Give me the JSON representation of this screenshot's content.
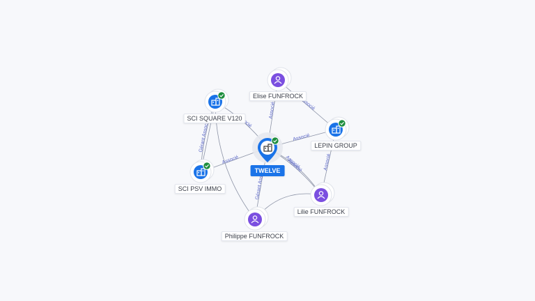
{
  "colors": {
    "company": "#1a73e8",
    "person": "#7b4fe0",
    "check": "#1e8e3e",
    "edge": "#8c93a6",
    "edge_label": "#5b67c7"
  },
  "nodes": {
    "twelve": {
      "label": "TWELVE",
      "kind": "company",
      "icon": "building-icon",
      "verified": true
    },
    "sci_square": {
      "label": "SCI SQUARE V120",
      "kind": "company",
      "icon": "building-icon",
      "verified": true
    },
    "elise": {
      "label": "Elise FUNFROCK",
      "kind": "person",
      "icon": "person-icon",
      "verified": false
    },
    "lepin": {
      "label": "LEPIN GROUP",
      "kind": "company",
      "icon": "building-icon",
      "verified": true
    },
    "sci_psv": {
      "label": "SCI PSV IMMO",
      "kind": "company",
      "icon": "building-icon",
      "verified": true
    },
    "lilie": {
      "label": "Lilie FUNFROCK",
      "kind": "person",
      "icon": "person-icon",
      "verified": false
    },
    "philippe": {
      "label": "Philippe FUNFROCK",
      "kind": "person",
      "icon": "person-icon",
      "verified": false
    }
  },
  "edge_labels": {
    "elise_twelve": "Associé",
    "elise_lepin": "Associé",
    "lepin_twelve": "Associé",
    "square_twelve": "Associé",
    "square_psv": "Gérant Associé",
    "psv_twelve": "Associé",
    "lilie_twelve": "Associé",
    "lilie_lepin": "Associé",
    "philippe_twelve": "Gérant Associé",
    "twelve_lilie2": "Associé"
  }
}
